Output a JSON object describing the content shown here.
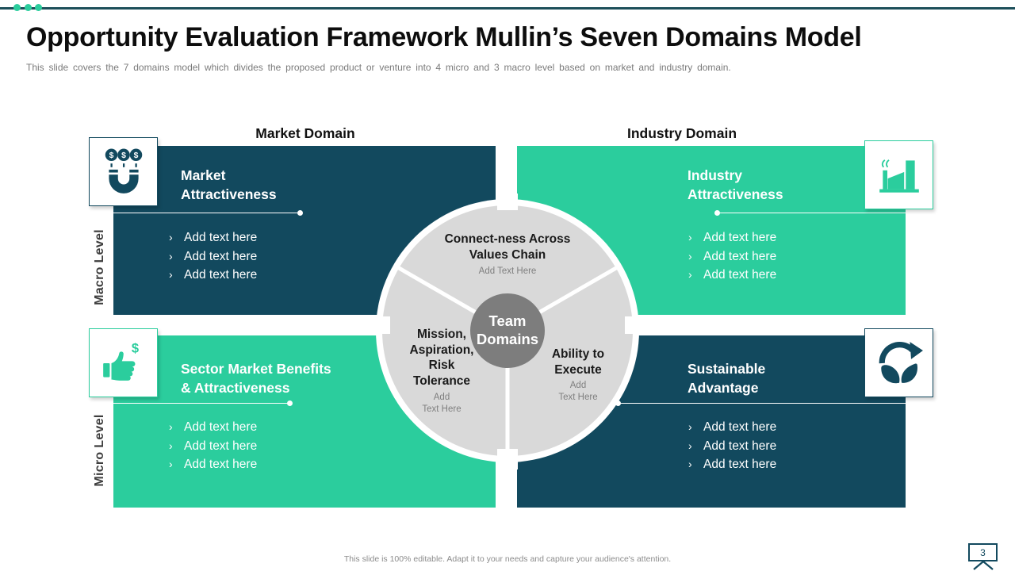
{
  "header": {
    "title": "Opportunity Evaluation Framework Mullin’s Seven Domains Model",
    "subtitle": "This slide covers the 7 domains model which divides the proposed product or venture into 4 micro and 3 macro level based on market and industry domain."
  },
  "columns": {
    "left": "Market Domain",
    "right": "Industry Domain"
  },
  "rows": {
    "top": "Macro Level",
    "bottom": "Micro Level"
  },
  "bullet_char": "›",
  "quadrants": {
    "tl": {
      "title1": "Market",
      "title2": "Attractiveness",
      "bullets": [
        "Add text here",
        "Add text here",
        "Add text here"
      ],
      "icon": "magnet-dollar-icon"
    },
    "tr": {
      "title1": "Industry",
      "title2": "Attractiveness",
      "bullets": [
        "Add text here",
        "Add text here",
        "Add text here"
      ],
      "icon": "factory-icon"
    },
    "bl": {
      "title1": "Sector Market Benefits",
      "title2": "& Attractiveness",
      "bullets": [
        "Add text here",
        "Add text here",
        "Add text here"
      ],
      "icon": "thumbs-up-dollar-icon"
    },
    "br": {
      "title1": "Sustainable",
      "title2": "Advantage",
      "bullets": [
        "Add text here",
        "Add text here",
        "Add text here"
      ],
      "icon": "sustainability-icon"
    }
  },
  "wheel": {
    "hub1": "Team",
    "hub2": "Domains",
    "top": {
      "t1": "Connect-ness Across",
      "t2": "Values Chain",
      "sub": "Add Text Here"
    },
    "left": {
      "t1": "Mission,",
      "t2": "Aspiration,",
      "t3": "Risk",
      "t4": "Tolerance",
      "sub1": "Add",
      "sub2": "Text Here"
    },
    "right": {
      "t1": "Ability to",
      "t2": "Execute",
      "sub1": "Add",
      "sub2": "Text Here"
    }
  },
  "footer": {
    "note": "This slide is 100% editable. Adapt it to your needs and capture your audience's attention.",
    "page_number": "3",
    "page_icon": "presentation-screen-icon"
  },
  "colors": {
    "dark_blue": "#12495e",
    "green": "#2bcd9d",
    "top_line": "#1d4f5a",
    "wheel_gray": "#d9d9d9",
    "hub_gray": "#7d7d7d",
    "title_text": "#0d0d0d",
    "muted_text": "#7f7f7f"
  }
}
